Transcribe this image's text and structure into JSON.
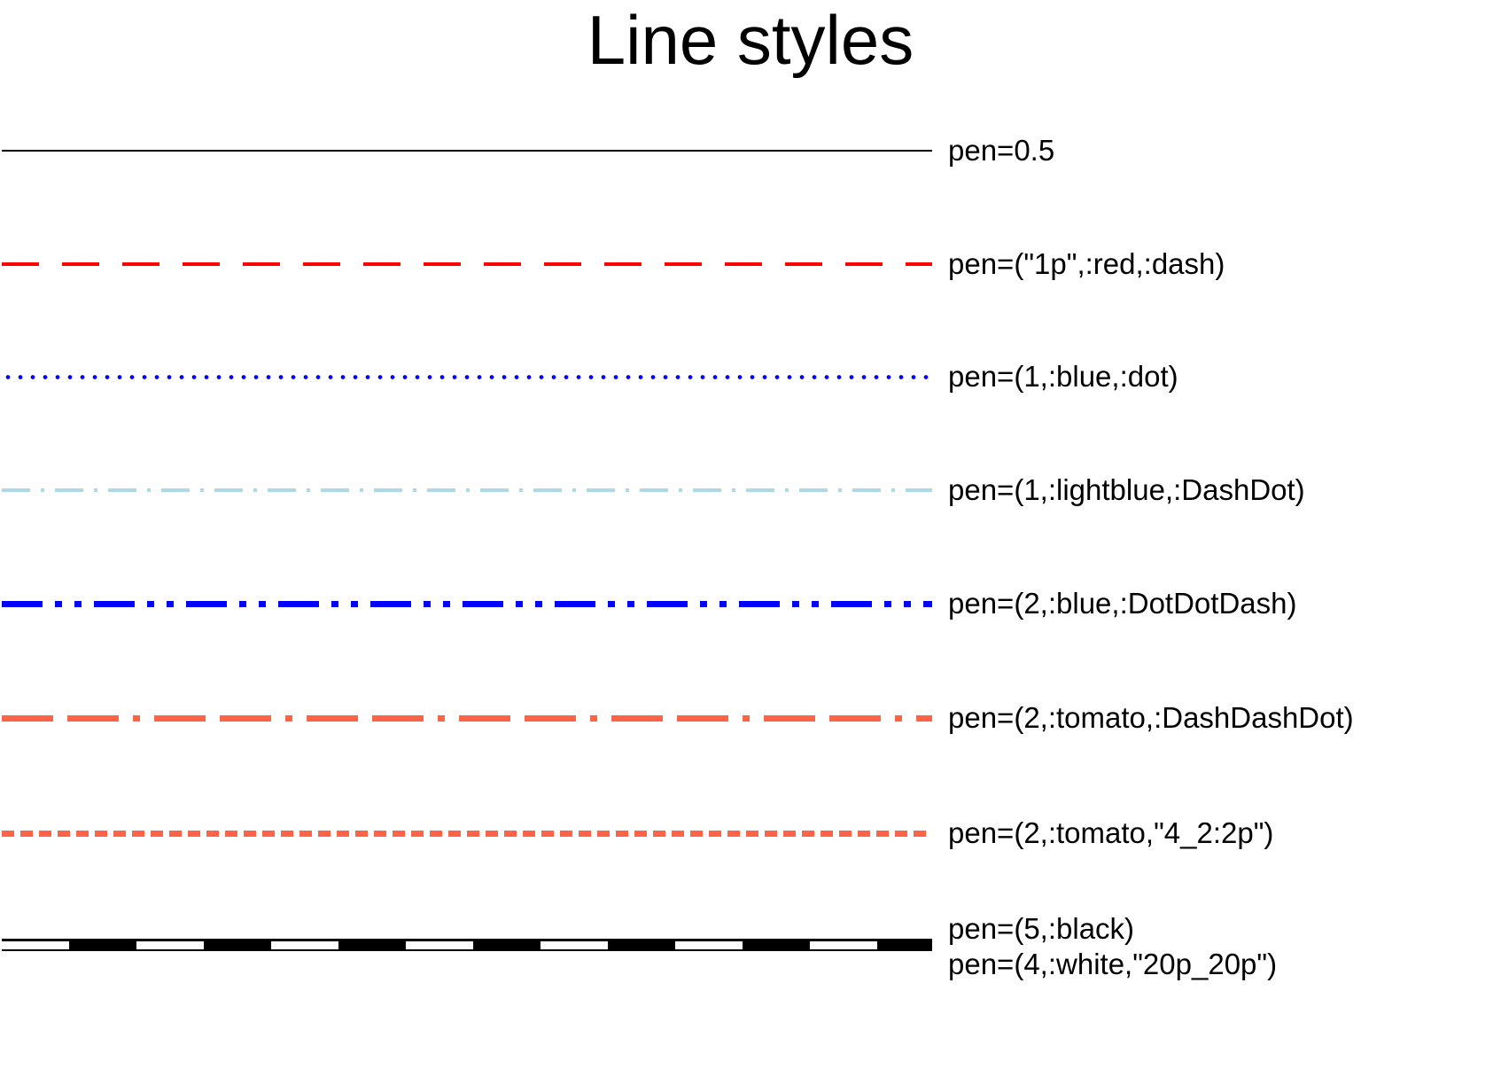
{
  "title": "Line styles",
  "rows": [
    {
      "label": "pen=0.5",
      "style": "solid",
      "color": "#000000"
    },
    {
      "label": "pen=(\"1p\",:red,:dash)",
      "style": "dash",
      "color": "#ff0000"
    },
    {
      "label": "pen=(1,:blue,:dot)",
      "style": "dot",
      "color": "#0000ff"
    },
    {
      "label": "pen=(1,:lightblue,:DashDot)",
      "style": "dash-dot",
      "color": "#add8e6"
    },
    {
      "label": "pen=(2,:blue,:DotDotDash)",
      "style": "dot-dot-dash",
      "color": "#0000ff"
    },
    {
      "label": "pen=(2,:tomato,:DashDashDot)",
      "style": "dash-dash-dot",
      "color": "#ff6347"
    },
    {
      "label": "pen=(2,:tomato,\"4_2:2p\")",
      "style": "short-dash",
      "color": "#ff6347"
    },
    {
      "label": "pen=(5,:black)",
      "label2": "pen=(4,:white,\"20p_20p\")",
      "style": "thick-black-with-white-dash",
      "color": "#000000",
      "overlay_color": "#ffffff"
    }
  ]
}
